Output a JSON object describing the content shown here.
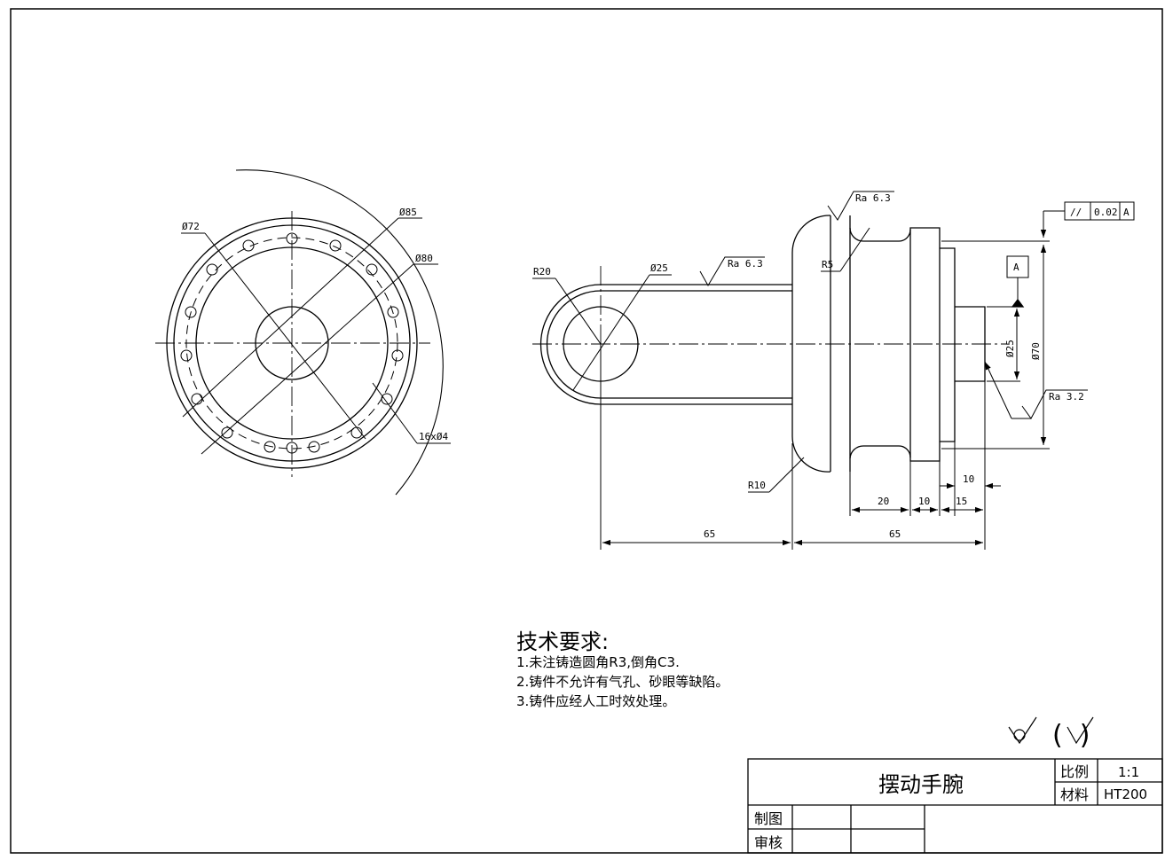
{
  "front_view": {
    "dia_72": "Ø72",
    "dia_85": "Ø85",
    "dia_80": "Ø80",
    "holes": "16xØ4"
  },
  "side_view": {
    "r20": "R20",
    "dia_25_left": "Ø25",
    "ra_63_top": "Ra  6.3",
    "ra_63_flange": "Ra  6.3",
    "r5": "R5",
    "r10": "R10",
    "datum_a": "A",
    "tol_symbol": "//",
    "tol_value": "0.02",
    "tol_datum": "A",
    "dia_25_right": "Ø25",
    "dia_70": "Ø70",
    "ra_32": "Ra  3.2",
    "dim_10_top": "10",
    "dim_20": "20",
    "dim_10_mid": "10",
    "dim_15": "15",
    "dim_65_left": "65",
    "dim_65_right": "65"
  },
  "notes": {
    "heading": "技术要求:",
    "line1": "1.未注铸造圆角R3,倒角C3.",
    "line2": "2.铸件不允许有气孔、砂眼等缺陷。",
    "line3": "3.铸件应经人工时效处理。"
  },
  "roughness_general": "(  )",
  "title_block": {
    "part_name": "摆动手腕",
    "scale_label": "比例",
    "scale_value": "1:1",
    "material_label": "材料",
    "material_value": "HT200",
    "drawn_label": "制图",
    "checked_label": "审核"
  }
}
